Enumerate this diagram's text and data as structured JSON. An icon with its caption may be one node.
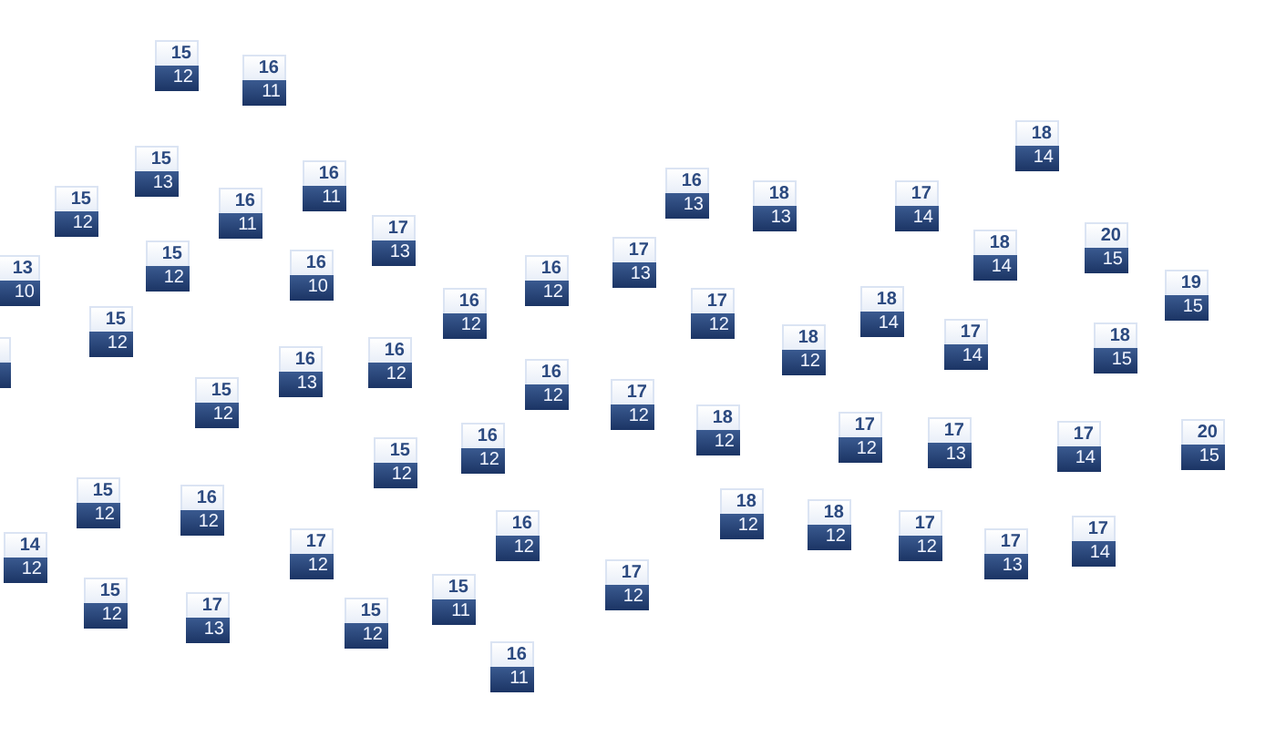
{
  "diagram": {
    "nodes": [
      {
        "text": [
          "15",
          "12"
        ]
      },
      {
        "text": [
          "16",
          "11"
        ]
      },
      {
        "text": [
          "18",
          "14"
        ]
      },
      {
        "text": [
          "15",
          "13"
        ]
      },
      {
        "text": [
          "16",
          "11"
        ]
      },
      {
        "text": [
          "16",
          "13"
        ]
      },
      {
        "text": [
          "18",
          "13"
        ]
      },
      {
        "text": [
          "17",
          "14"
        ]
      },
      {
        "text": [
          "15",
          "12"
        ]
      },
      {
        "text": [
          "16",
          "11"
        ]
      },
      {
        "text": [
          "17",
          "13"
        ]
      },
      {
        "text": [
          "20",
          "15"
        ]
      },
      {
        "text": [
          "18",
          "14"
        ]
      },
      {
        "text": [
          "17",
          "13"
        ]
      },
      {
        "text": [
          "15",
          "12"
        ]
      },
      {
        "text": [
          "16",
          "10"
        ]
      },
      {
        "text": [
          "13",
          "10"
        ]
      },
      {
        "text": [
          "16",
          "12"
        ]
      },
      {
        "text": [
          "19",
          "15"
        ]
      },
      {
        "text": [
          "18",
          "14"
        ]
      },
      {
        "text": [
          "16",
          "12"
        ]
      },
      {
        "text": [
          "17",
          "12"
        ]
      },
      {
        "text": [
          "15",
          "12"
        ]
      },
      {
        "text": [
          "17",
          "14"
        ]
      },
      {
        "text": [
          "18",
          "15"
        ]
      },
      {
        "text": [
          "18",
          "12"
        ]
      },
      {
        "text": [],
        "shape": "box"
      },
      {
        "text": [
          "16",
          "12"
        ]
      },
      {
        "text": [
          "16",
          "13"
        ]
      },
      {
        "text": [
          "16",
          "12"
        ]
      },
      {
        "text": [
          "15",
          "12"
        ]
      },
      {
        "text": [
          "17",
          "12"
        ]
      },
      {
        "text": [
          "18",
          "12"
        ]
      },
      {
        "text": [
          "17",
          "12"
        ]
      },
      {
        "text": [
          "17",
          "13"
        ]
      },
      {
        "text": [
          "20",
          "15"
        ]
      },
      {
        "text": [
          "17",
          "14"
        ]
      },
      {
        "text": [
          "16",
          "12"
        ]
      },
      {
        "text": [
          "15",
          "12"
        ]
      },
      {
        "text": [
          "15",
          "12"
        ]
      },
      {
        "text": [
          "16",
          "12"
        ]
      },
      {
        "text": [
          "18",
          "12"
        ]
      },
      {
        "text": [
          "18",
          "12"
        ]
      },
      {
        "text": [
          "16",
          "12"
        ]
      },
      {
        "text": [
          "17",
          "12"
        ]
      },
      {
        "text": [
          "17",
          "14"
        ]
      },
      {
        "text": [
          "17",
          "12"
        ]
      },
      {
        "text": [
          "17",
          "13"
        ]
      },
      {
        "text": [
          "14",
          "12"
        ]
      },
      {
        "text": [
          "17",
          "12"
        ]
      },
      {
        "text": [
          "15",
          "11"
        ]
      },
      {
        "text": [
          "15",
          "12"
        ]
      },
      {
        "text": [
          "17",
          "13"
        ]
      },
      {
        "text": [
          "15",
          "12"
        ]
      },
      {
        "text": [
          "16",
          "11"
        ]
      }
    ]
  }
}
